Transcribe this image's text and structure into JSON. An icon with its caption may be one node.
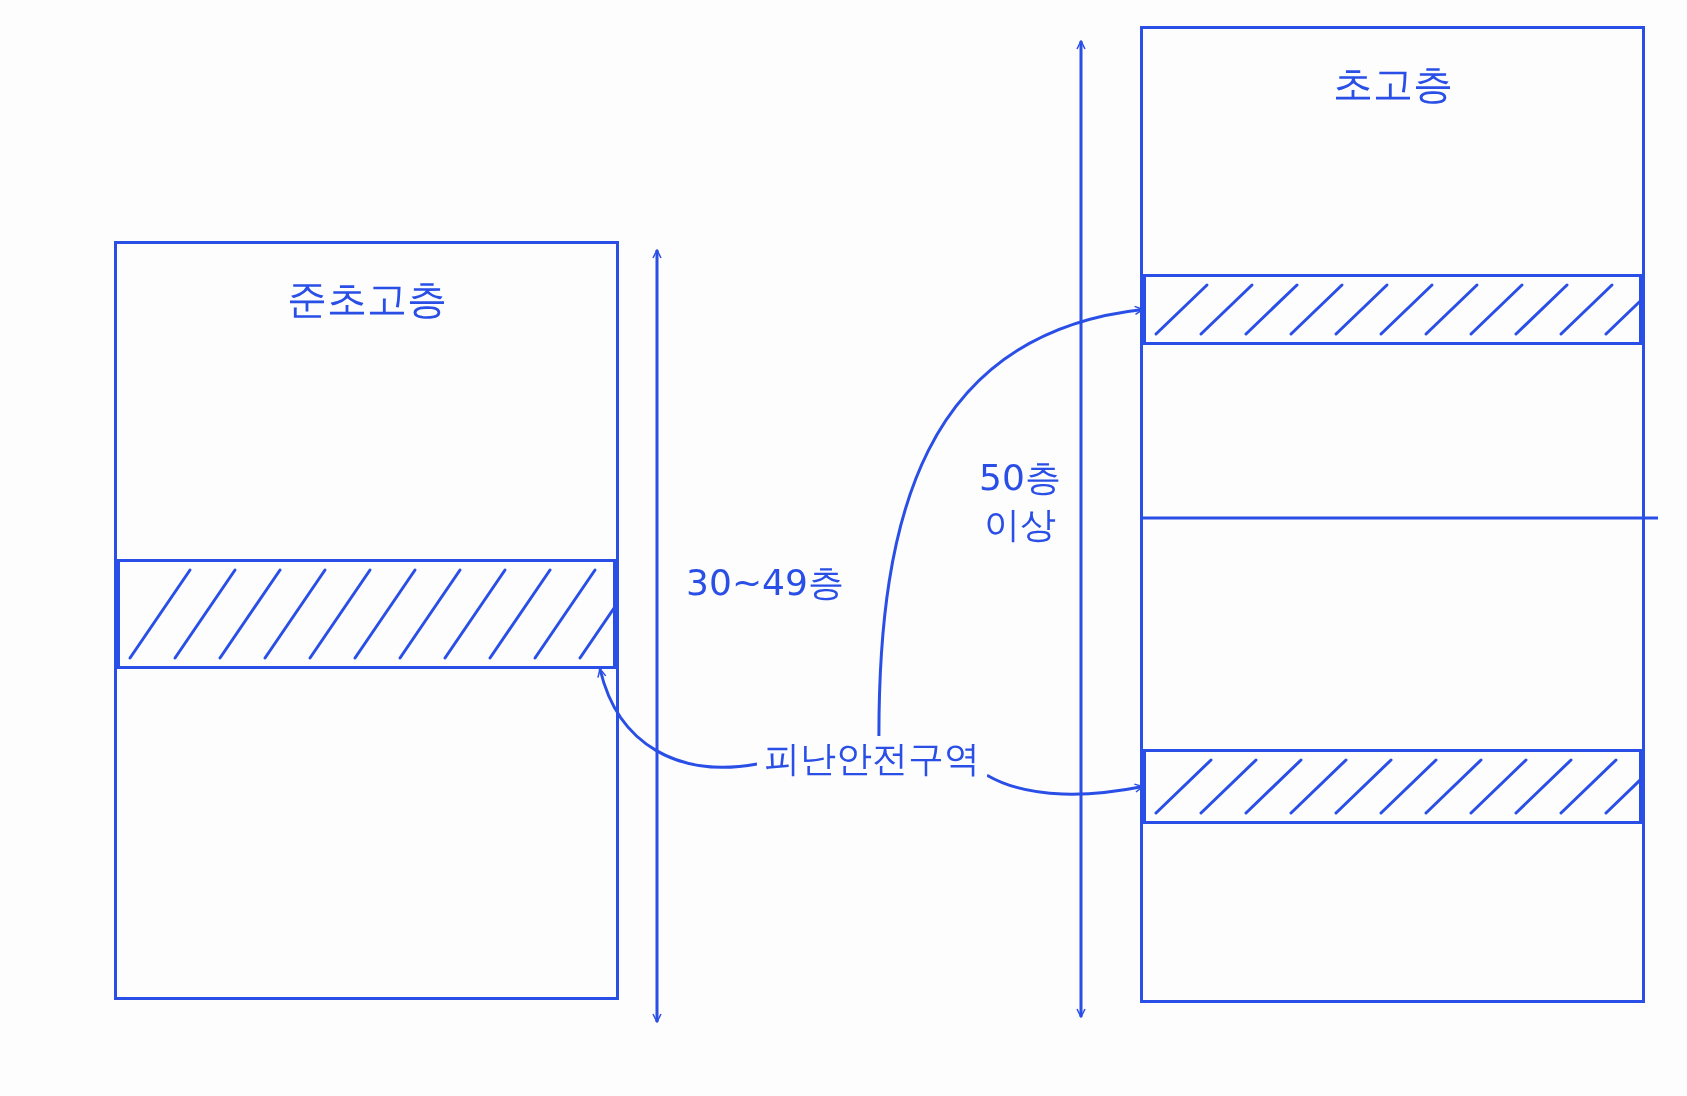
{
  "diagram": {
    "nodes": [
      {
        "text": [
          "준초고층"
        ]
      },
      {
        "text": [],
        "shape": "bar",
        "in": 0
      },
      {
        "text": [
          "초고층"
        ]
      },
      {
        "text": [],
        "shape": "bar",
        "in": 2
      },
      {
        "text": [],
        "shape": "bar",
        "in": 2
      },
      {
        "text": [
          "피난안전구역"
        ]
      }
    ],
    "edges": [
      {
        "from": 5,
        "to": 1,
        "arrow": "to"
      },
      {
        "from": 5,
        "to": 3,
        "arrow": "to"
      },
      {
        "from": 5,
        "to": 4,
        "arrow": "to"
      }
    ],
    "labels": [
      "30~49층",
      "50층 이상"
    ]
  }
}
